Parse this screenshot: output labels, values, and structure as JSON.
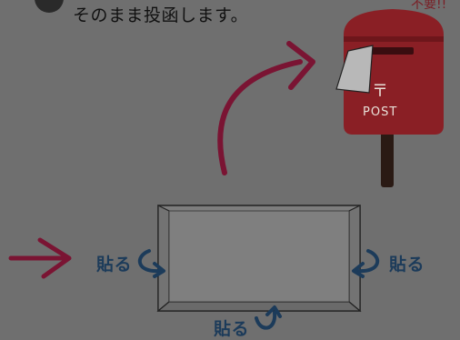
{
  "instruction": {
    "text": "そのまま投函します。"
  },
  "paste_labels": {
    "left": "貼る",
    "right": "貼る",
    "bottom": "貼る"
  },
  "postbox": {
    "label": "POST",
    "mark": "〒",
    "top_text": "不要!!"
  },
  "colors": {
    "background": "#6f6f6f",
    "postbox_red": "#8a1f25",
    "arrow_magenta": "#7a1433",
    "label_blue": "#1c3b5a",
    "envelope": "#7d7d7d"
  },
  "icons": [
    "curved-arrow-icon",
    "right-arrow-icon",
    "postbox-icon",
    "envelope-icon",
    "fold-arrow-icon"
  ]
}
